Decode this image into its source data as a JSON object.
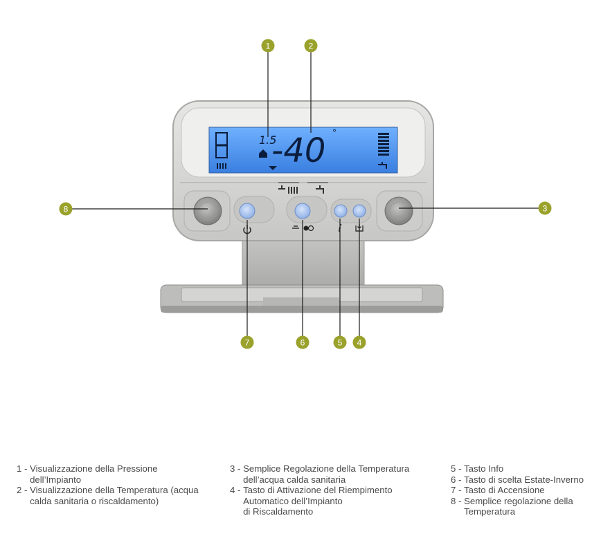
{
  "display": {
    "pressure_value": "1.5",
    "temperature_value": "-40",
    "temperature_unit": "°"
  },
  "callouts": [
    {
      "number": "1",
      "target": "pressure-display"
    },
    {
      "number": "2",
      "target": "temperature-display"
    },
    {
      "number": "3",
      "target": "dhw-temperature-knob"
    },
    {
      "number": "4",
      "target": "auto-fill-button"
    },
    {
      "number": "5",
      "target": "info-button"
    },
    {
      "number": "6",
      "target": "summer-winter-button"
    },
    {
      "number": "7",
      "target": "power-button"
    },
    {
      "number": "8",
      "target": "heating-temperature-knob"
    }
  ],
  "legend": {
    "column1": [
      {
        "num": "1 - ",
        "text": "Visualizzazione della Pressione\ndell’Impianto"
      },
      {
        "num": "2 - ",
        "text": "Visualizzazione della Temperatura (acqua\ncalda sanitaria o riscaldamento)"
      }
    ],
    "column2": [
      {
        "num": "3 - ",
        "text": "Semplice Regolazione della Temperatura\ndell’acqua calda sanitaria"
      },
      {
        "num": "4 - ",
        "text": "Tasto di Attivazione del Riempimento\nAutomatico dell’Impianto\ndi Riscaldamento"
      }
    ],
    "column3": [
      {
        "num": "5 - ",
        "text": "Tasto Info"
      },
      {
        "num": "6 - ",
        "text": "Tasto di scelta Estate-Inverno"
      },
      {
        "num": "7 - ",
        "text": "Tasto di Accensione"
      },
      {
        "num": "8 - ",
        "text": "Semplice regolazione della\nTemperatura"
      }
    ]
  },
  "colors": {
    "callout": "#9aa22c",
    "lcd": "#4f95f0",
    "body": "#d6d6d4",
    "button": "#a9c3ec"
  },
  "icons": [
    "power-icon",
    "info-icon",
    "fill-icon",
    "tap-icon",
    "radiator-icon",
    "summer-winter-icon"
  ]
}
